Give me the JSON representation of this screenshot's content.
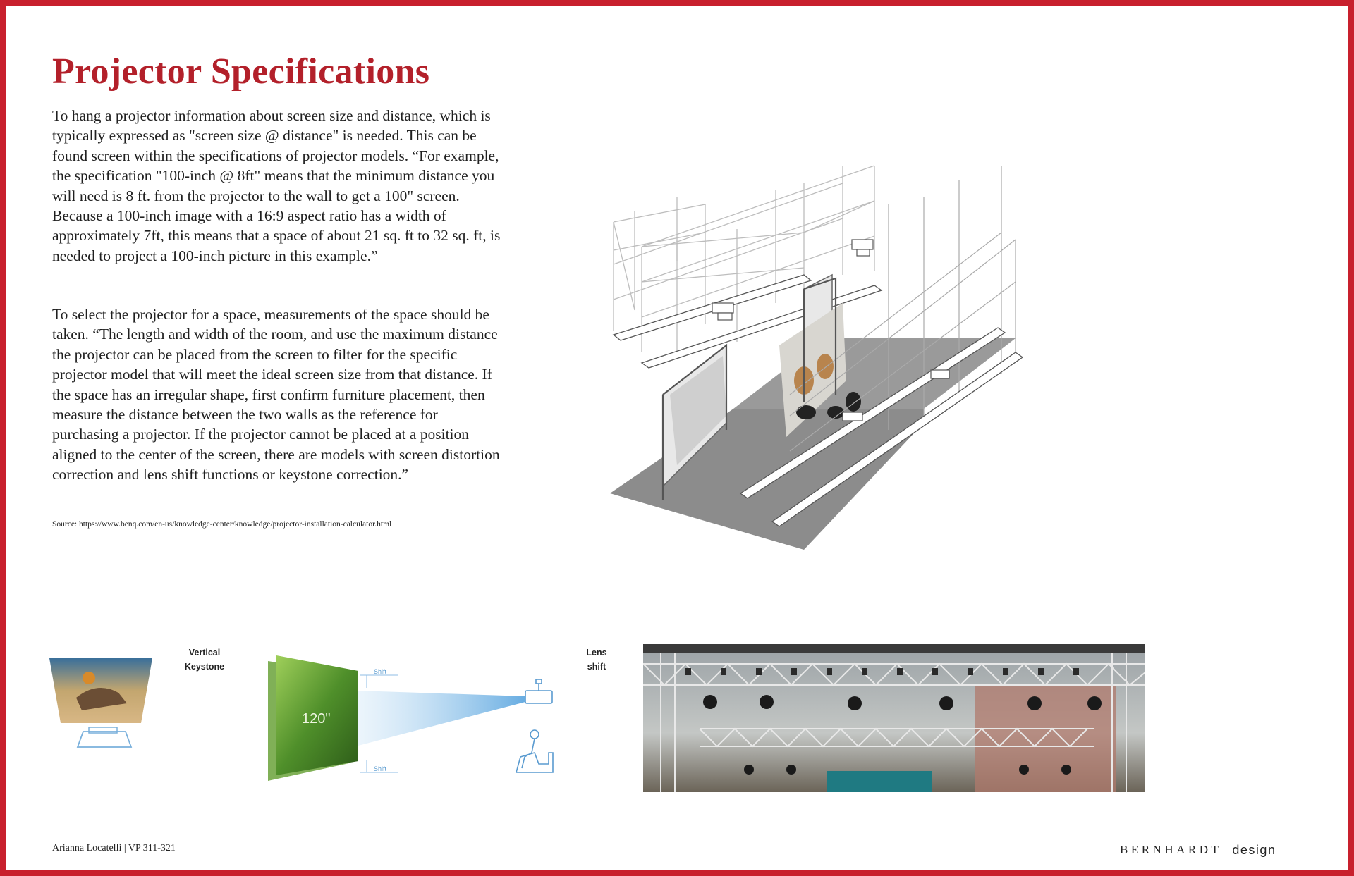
{
  "page": {
    "title": "Projector Specifications",
    "paragraph_1": "To hang a projector information about screen size and distance, which is typically expressed as \"screen size @ distance\" is needed. This can be found screen within the specifications of projector models. “For example, the specification \"100-inch @ 8ft\" means that the minimum distance you will need is 8 ft. from the projector to the wall to get a 100\" screen. Because a 100-inch image with a 16:9 aspect ratio has a width of approximately 7ft, this means that a space of about 21 sq. ft to 32 sq. ft, is needed to project a 100-inch picture in this example.”",
    "paragraph_2": "To select the projector for a space, measurements of the space should be taken. “The length and width of the room, and use the maximum distance the projector can be placed from the screen to filter for the specific projector model that will meet the ideal screen size from that distance. If the space has an irregular shape, first confirm furniture placement, then measure the distance between the two walls as the reference for purchasing a projector. If the projector cannot be placed at a position aligned to the center of the screen, there are models with screen distortion correction and lens shift functions or keystone correction.”",
    "source": "Source: https://www.benq.com/en-us/knowledge-center/knowledge/projector-installation-calculator.html"
  },
  "figures": {
    "keystone_caption_1": "Vertical",
    "keystone_caption_2": "Keystone",
    "lens_caption_1": "Lens",
    "lens_caption_2": "shift",
    "lens_screen_label": "120\"",
    "lens_shift_top": "Shift",
    "lens_shift_bottom": "Shift"
  },
  "footer": {
    "author": "Arianna Locatelli  |  VP 311-321",
    "brand_main": "BERNHARDT",
    "brand_sub": "design"
  },
  "colors": {
    "accent": "#c8202d",
    "title": "#b3202a"
  }
}
